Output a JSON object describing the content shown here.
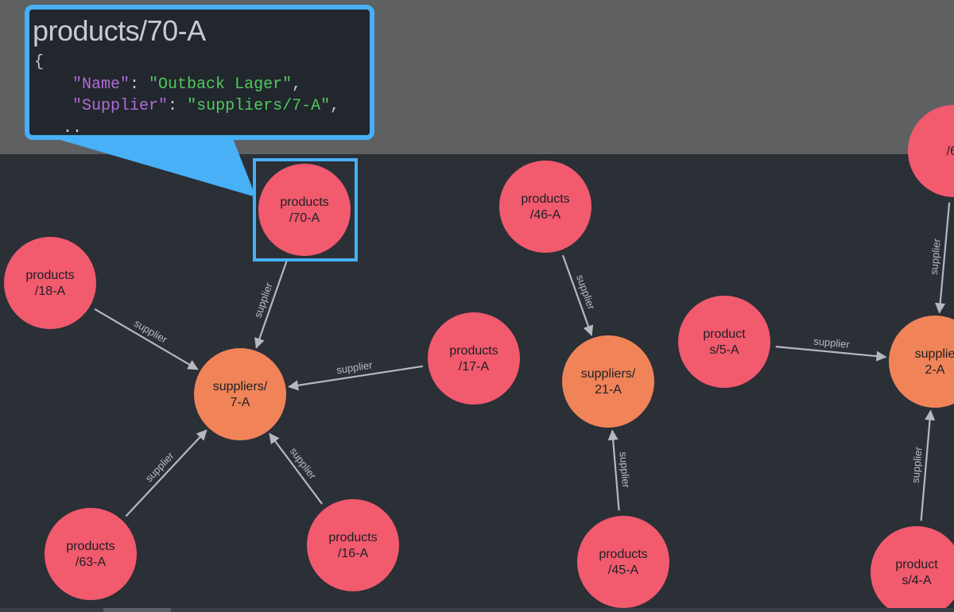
{
  "tooltip": {
    "title": "products/70-A",
    "open_brace": "{",
    "fields": [
      {
        "key": "\"Name\"",
        "sep": ": ",
        "value": "\"Outback Lager\"",
        "end": ","
      },
      {
        "key": "\"Supplier\"",
        "sep": ": ",
        "value": "\"suppliers/7-A\"",
        "end": ","
      }
    ],
    "ellipsis": ".."
  },
  "colors": {
    "product_node": "#f25a6e",
    "supplier_node": "#f08458",
    "highlight": "#47b0f6",
    "edge": "#b5b8be"
  },
  "graph": {
    "edge_label": "supplier",
    "nodes": [
      {
        "id": "p70",
        "kind": "product",
        "lines": [
          "products",
          "/70-A"
        ],
        "selected": true
      },
      {
        "id": "p18",
        "kind": "product",
        "lines": [
          "products",
          "/18-A"
        ]
      },
      {
        "id": "p17",
        "kind": "product",
        "lines": [
          "products",
          "/17-A"
        ]
      },
      {
        "id": "p63",
        "kind": "product",
        "lines": [
          "products",
          "/63-A"
        ]
      },
      {
        "id": "p16",
        "kind": "product",
        "lines": [
          "products",
          "/16-A"
        ]
      },
      {
        "id": "s7",
        "kind": "supplier",
        "lines": [
          "suppliers/",
          "7-A"
        ]
      },
      {
        "id": "p46",
        "kind": "product",
        "lines": [
          "products",
          "/46-A"
        ]
      },
      {
        "id": "s21",
        "kind": "supplier",
        "lines": [
          "suppliers/",
          "21-A"
        ]
      },
      {
        "id": "p45",
        "kind": "product",
        "lines": [
          "products",
          "/45-A"
        ]
      },
      {
        "id": "p5",
        "kind": "product",
        "lines": [
          "product",
          "s/5-A"
        ]
      },
      {
        "id": "s2",
        "kind": "supplier",
        "lines": [
          "supplie",
          "2-A"
        ]
      },
      {
        "id": "p4",
        "kind": "product",
        "lines": [
          "product",
          "s/4-A"
        ]
      },
      {
        "id": "p6x",
        "kind": "product",
        "lines": [
          "/6("
        ]
      }
    ],
    "edges": [
      {
        "from": "p70",
        "to": "s7"
      },
      {
        "from": "p18",
        "to": "s7"
      },
      {
        "from": "p17",
        "to": "s7"
      },
      {
        "from": "p63",
        "to": "s7"
      },
      {
        "from": "p16",
        "to": "s7"
      },
      {
        "from": "p46",
        "to": "s21"
      },
      {
        "from": "p45",
        "to": "s21"
      },
      {
        "from": "p5",
        "to": "s2"
      },
      {
        "from": "p4",
        "to": "s2"
      },
      {
        "from": "p6x",
        "to": "s2"
      }
    ]
  }
}
